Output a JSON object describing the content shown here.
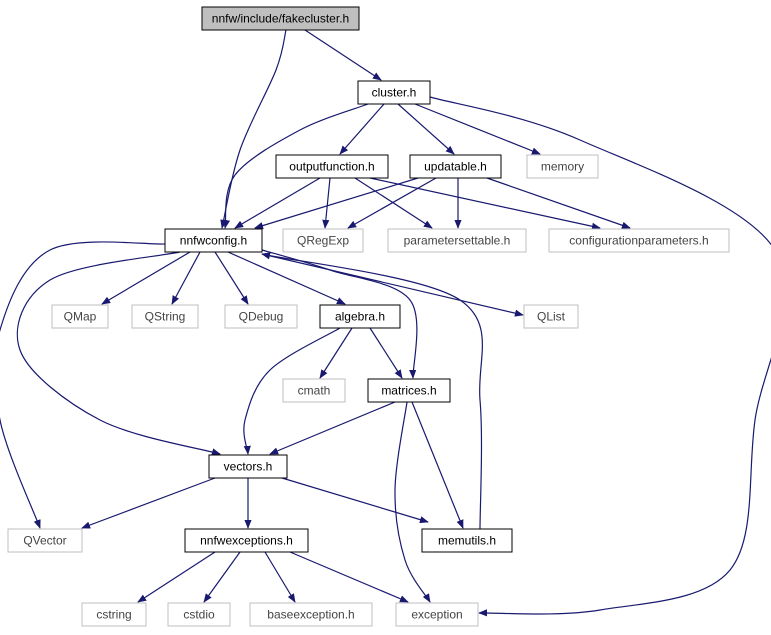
{
  "colors": {
    "edge": "#191970",
    "root_fill": "#bfbfbf",
    "internal_border": "#000000",
    "external_border": "#bfbfbf"
  },
  "nodes": [
    {
      "id": "root",
      "label": "nnfw/include/fakecluster.h",
      "kind": "root"
    },
    {
      "id": "cluster",
      "label": "cluster.h",
      "kind": "internal"
    },
    {
      "id": "outputfunction",
      "label": "outputfunction.h",
      "kind": "internal"
    },
    {
      "id": "updatable",
      "label": "updatable.h",
      "kind": "internal"
    },
    {
      "id": "memory",
      "label": "memory",
      "kind": "external"
    },
    {
      "id": "nnfwconfig",
      "label": "nnfwconfig.h",
      "kind": "internal"
    },
    {
      "id": "qregexp",
      "label": "QRegExp",
      "kind": "external"
    },
    {
      "id": "paramsettable",
      "label": "parametersettable.h",
      "kind": "external"
    },
    {
      "id": "confparams",
      "label": "configurationparameters.h",
      "kind": "external"
    },
    {
      "id": "qmap",
      "label": "QMap",
      "kind": "external"
    },
    {
      "id": "qstring",
      "label": "QString",
      "kind": "external"
    },
    {
      "id": "qdebug",
      "label": "QDebug",
      "kind": "external"
    },
    {
      "id": "algebra",
      "label": "algebra.h",
      "kind": "internal"
    },
    {
      "id": "qlist",
      "label": "QList",
      "kind": "external"
    },
    {
      "id": "cmath",
      "label": "cmath",
      "kind": "external"
    },
    {
      "id": "matrices",
      "label": "matrices.h",
      "kind": "internal"
    },
    {
      "id": "vectors",
      "label": "vectors.h",
      "kind": "internal"
    },
    {
      "id": "qvector",
      "label": "QVector",
      "kind": "external"
    },
    {
      "id": "nnfwexceptions",
      "label": "nnfwexceptions.h",
      "kind": "internal"
    },
    {
      "id": "memutils",
      "label": "memutils.h",
      "kind": "internal"
    },
    {
      "id": "cstring",
      "label": "cstring",
      "kind": "external"
    },
    {
      "id": "cstdio",
      "label": "cstdio",
      "kind": "external"
    },
    {
      "id": "baseexception",
      "label": "baseexception.h",
      "kind": "external"
    },
    {
      "id": "exception",
      "label": "exception",
      "kind": "external"
    }
  ],
  "edges": [
    [
      "root",
      "cluster"
    ],
    [
      "root",
      "nnfwconfig"
    ],
    [
      "cluster",
      "outputfunction"
    ],
    [
      "cluster",
      "updatable"
    ],
    [
      "cluster",
      "memory"
    ],
    [
      "cluster",
      "nnfwconfig"
    ],
    [
      "cluster",
      "exception"
    ],
    [
      "outputfunction",
      "nnfwconfig"
    ],
    [
      "outputfunction",
      "qregexp"
    ],
    [
      "outputfunction",
      "paramsettable"
    ],
    [
      "outputfunction",
      "confparams"
    ],
    [
      "updatable",
      "nnfwconfig"
    ],
    [
      "updatable",
      "qregexp"
    ],
    [
      "updatable",
      "paramsettable"
    ],
    [
      "updatable",
      "confparams"
    ],
    [
      "nnfwconfig",
      "qmap"
    ],
    [
      "nnfwconfig",
      "qstring"
    ],
    [
      "nnfwconfig",
      "qdebug"
    ],
    [
      "nnfwconfig",
      "algebra"
    ],
    [
      "nnfwconfig",
      "qlist"
    ],
    [
      "nnfwconfig",
      "matrices"
    ],
    [
      "nnfwconfig",
      "vectors"
    ],
    [
      "nnfwconfig",
      "qvector"
    ],
    [
      "algebra",
      "cmath"
    ],
    [
      "algebra",
      "matrices"
    ],
    [
      "algebra",
      "vectors"
    ],
    [
      "matrices",
      "vectors"
    ],
    [
      "matrices",
      "memutils"
    ],
    [
      "matrices",
      "exception"
    ],
    [
      "vectors",
      "qvector"
    ],
    [
      "vectors",
      "nnfwexceptions"
    ],
    [
      "vectors",
      "memutils"
    ],
    [
      "memutils",
      "nnfwconfig"
    ],
    [
      "nnfwexceptions",
      "cstring"
    ],
    [
      "nnfwexceptions",
      "cstdio"
    ],
    [
      "nnfwexceptions",
      "baseexception"
    ],
    [
      "nnfwexceptions",
      "exception"
    ]
  ]
}
